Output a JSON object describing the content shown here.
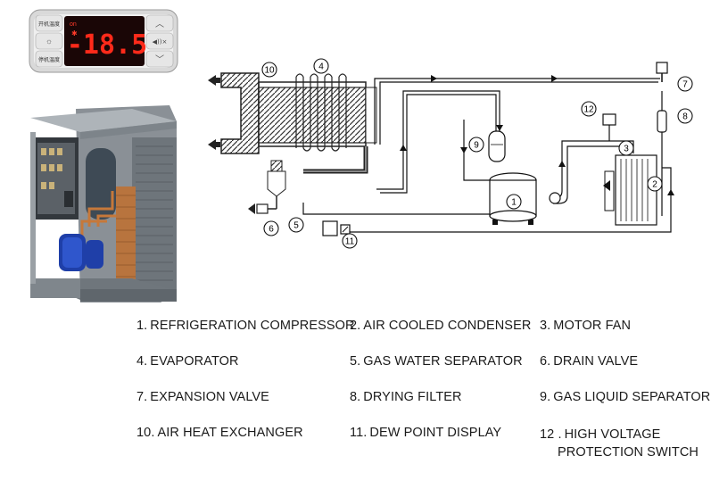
{
  "controller": {
    "display_value": "-18.5",
    "status_label": "on",
    "button_top_left": "开机温度",
    "button_bottom_left": "停机温度",
    "button_right_mid": "◀))×",
    "colors": {
      "digits": "#ff2a1a",
      "screen": "#1a0606"
    }
  },
  "markers": [
    "1",
    "2",
    "3",
    "4",
    "5",
    "6",
    "7",
    "8",
    "9",
    "10",
    "11",
    "12"
  ],
  "legend": [
    {
      "num": "1.",
      "text": "REFRIGERATION COMPRESSOR"
    },
    {
      "num": "2.",
      "text": "AIR COOLED CONDENSER"
    },
    {
      "num": "3.",
      "text": "MOTOR FAN"
    },
    {
      "num": "4.",
      "text": "EVAPORATOR"
    },
    {
      "num": "5.",
      "text": "GAS WATER SEPARATOR"
    },
    {
      "num": "6.",
      "text": "DRAIN VALVE"
    },
    {
      "num": "7.",
      "text": "EXPANSION VALVE"
    },
    {
      "num": "8.",
      "text": "DRYING FILTER"
    },
    {
      "num": "9.",
      "text": "GAS LIQUID SEPARATOR"
    },
    {
      "num": "10.",
      "text": "AIR HEAT EXCHANGER"
    },
    {
      "num": "11.",
      "text": "DEW POINT DISPLAY"
    },
    {
      "num": "12 .",
      "text": "HIGH VOLTAGE",
      "text2": "PROTECTION SWITCH"
    }
  ]
}
